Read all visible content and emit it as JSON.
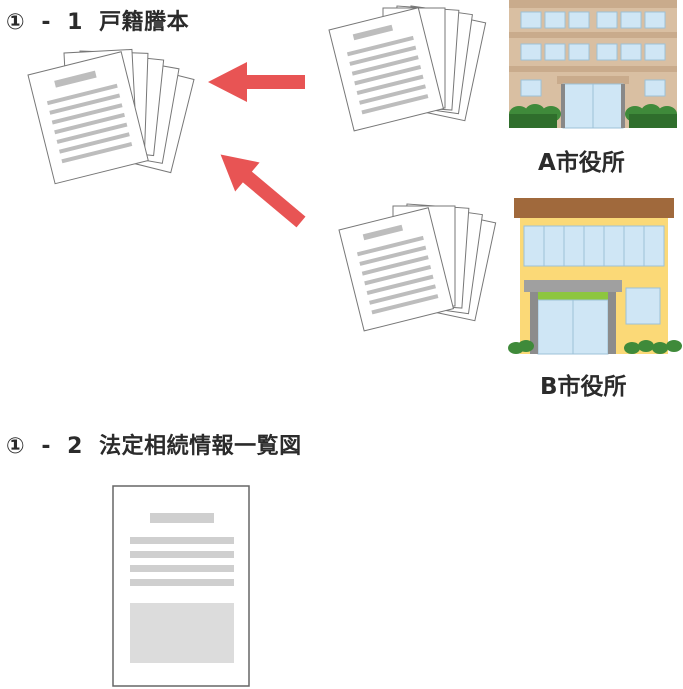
{
  "section1": {
    "marker": "①",
    "dash": "-",
    "number": "1",
    "title": "戸籍謄本"
  },
  "section2": {
    "marker": "①",
    "dash": "-",
    "number": "2",
    "title": "法定相続情報一覧図"
  },
  "offices": [
    {
      "label": "A市役所"
    },
    {
      "label": "B市役所"
    }
  ],
  "colors": {
    "arrow": "#e85454",
    "doc_line": "#bdbdbd",
    "doc_border": "#777777",
    "building_a_wall": "#d9bfa2",
    "building_b_wall": "#fbd977",
    "building_b_roof": "#a0693c",
    "building_b_accent": "#8dc63f",
    "shrub": "#3f8a3a",
    "window": "#cfe6f5"
  },
  "icons": [
    "document-stack-icon",
    "city-hall-building-icon",
    "arrow-left-icon",
    "document-icon"
  ]
}
